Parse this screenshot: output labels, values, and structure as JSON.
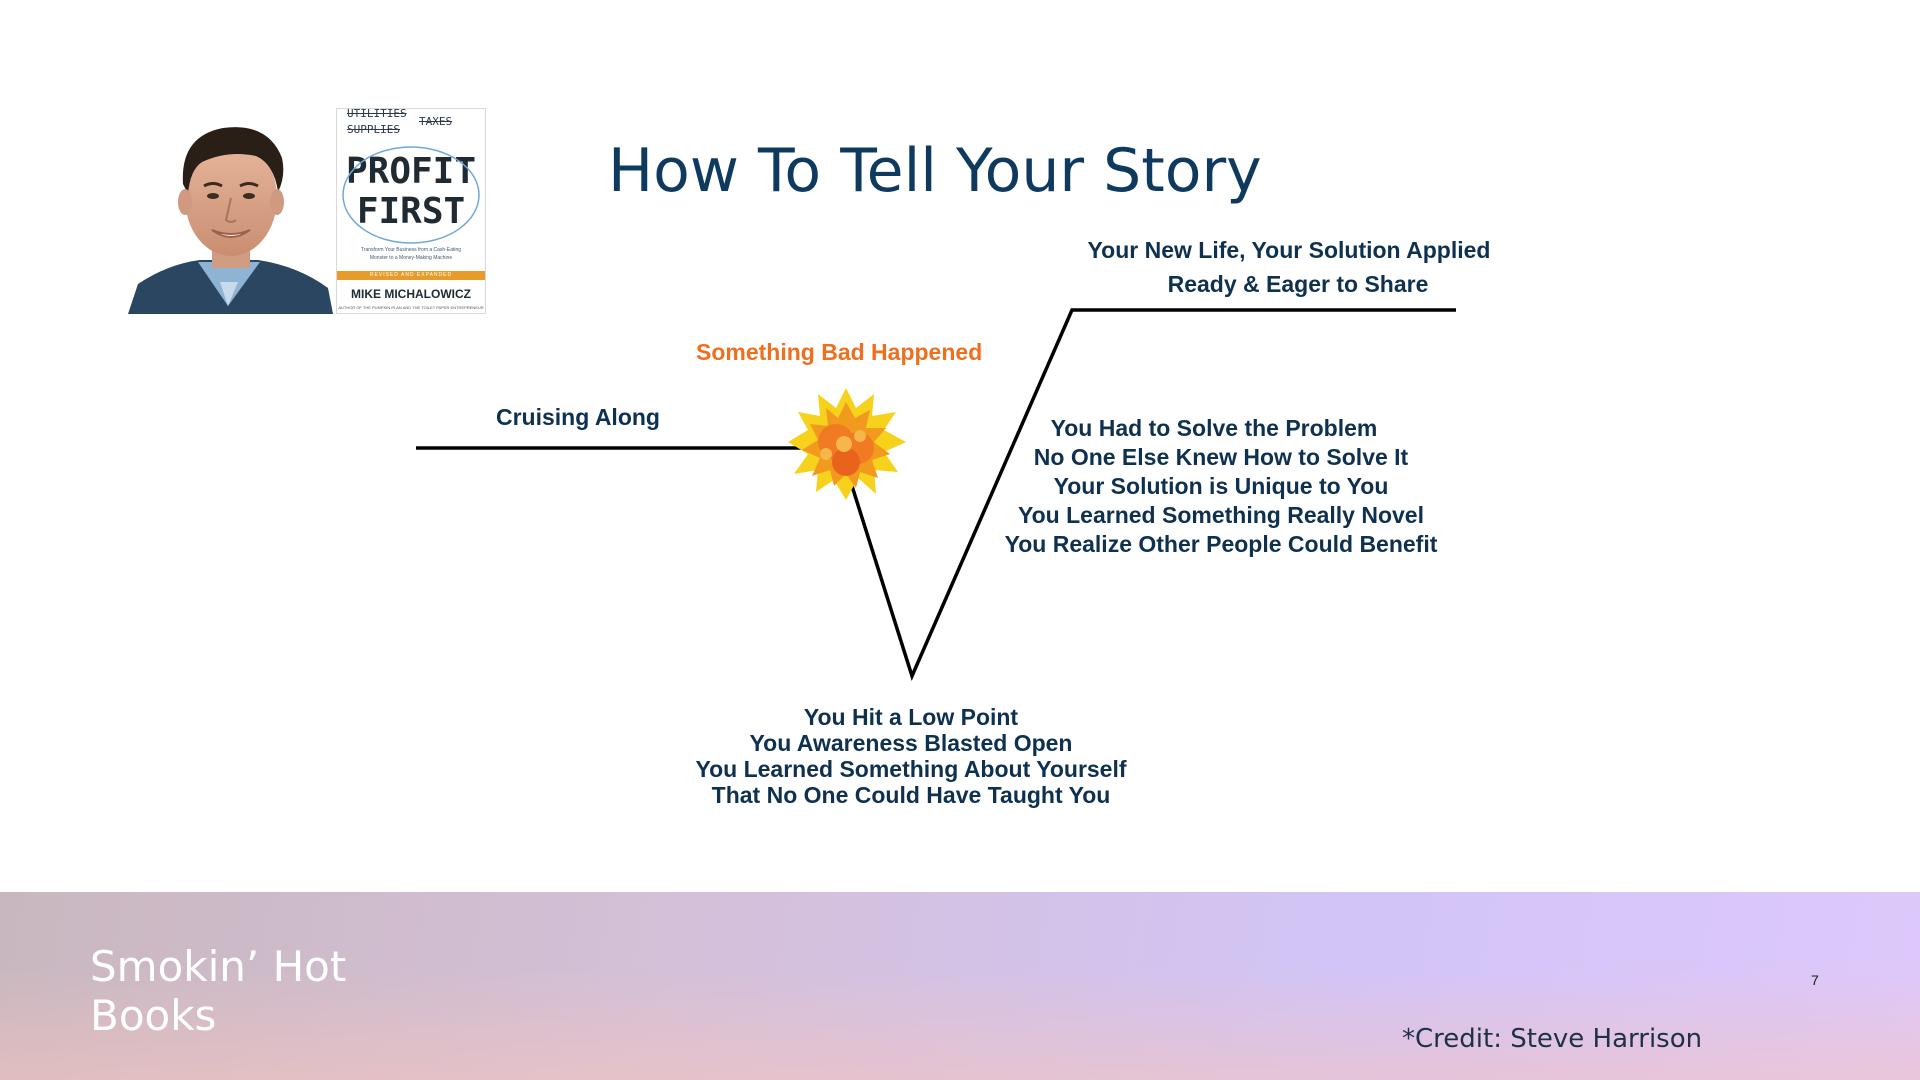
{
  "title": "How To Tell Your Story",
  "labels": {
    "cruising": "Cruising Along",
    "bad": "Something Bad Happened",
    "new_life": [
      "Your New Life, Your Solution Applied",
      "Ready & Eager to Share"
    ],
    "solve": [
      "You Had to Solve the Problem",
      "No One Else Knew How to Solve It",
      "Your Solution is Unique to You",
      "You Learned Something Really Novel",
      "You Realize Other People Could Benefit"
    ],
    "low_point": [
      "You Hit a Low Point",
      "You Awareness Blasted Open",
      "You Learned Something About Yourself",
      "That No One Could Have Taught You"
    ]
  },
  "book": {
    "strike_top_left": "UTILITIES",
    "strike_top_right": "TAXES",
    "strike_second": "SUPPLIES",
    "title_line1": "PROFIT",
    "title_line2": "FIRST",
    "subtitle_line1": "Transform Your Business from a Cash-Eating",
    "subtitle_line2": "Monster to a Money-Making Machine",
    "band": "REVISED AND EXPANDED",
    "author": "MIKE MICHALOWICZ",
    "tiny": "AUTHOR OF THE PUMPKIN PLAN AND THE TOILET PAPER ENTREPRENEUR"
  },
  "footer": {
    "brand_line1": "Smokin’ Hot",
    "brand_line2": "Books",
    "page_number": "7",
    "credit": "*Credit: Steve Harrison"
  },
  "colors": {
    "title": "#0f3a5f",
    "label": "#0f3150",
    "accent_orange": "#ee6f1e",
    "line": "#000000"
  },
  "icons": {
    "explosion": "explosion-icon"
  }
}
